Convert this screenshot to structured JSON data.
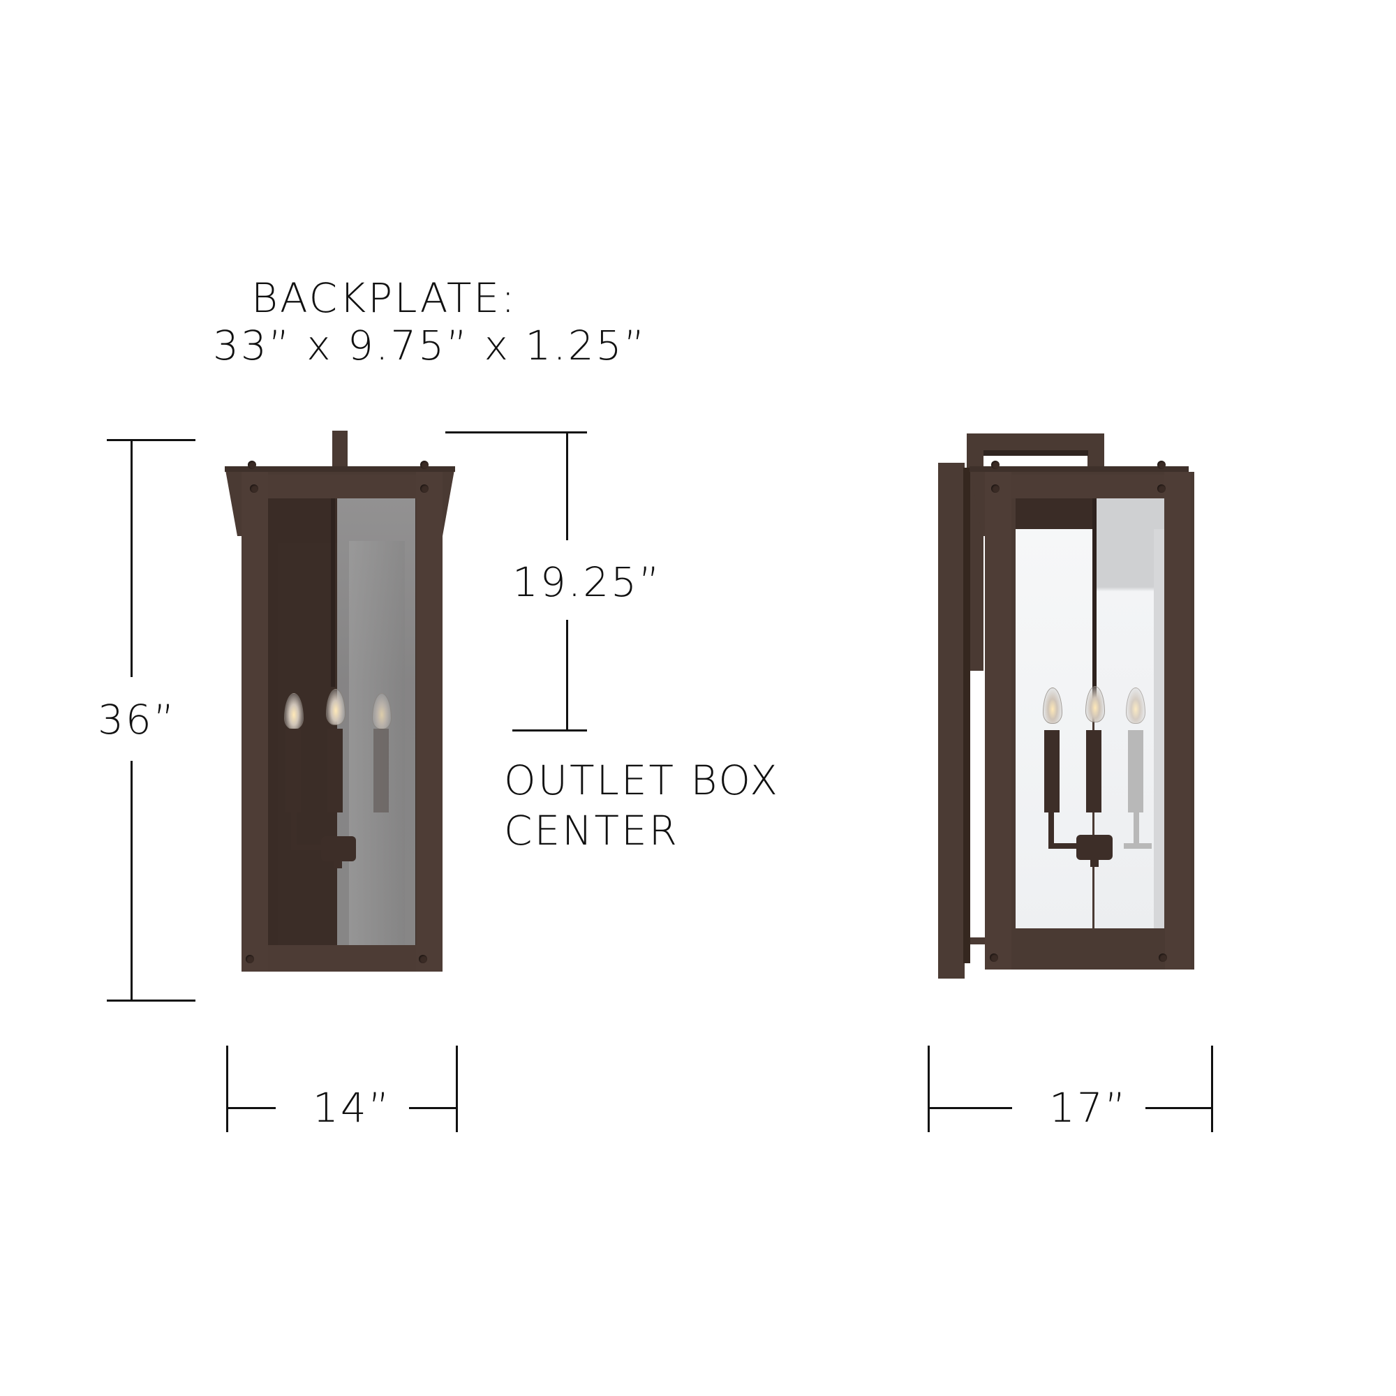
{
  "diagram": {
    "title": "Outdoor wall lantern dimension diagram",
    "colors": {
      "frame": "#4a3a33",
      "frame_dark": "#2f2420",
      "glass_left": "#8f8f90",
      "glass_right": "#f2f3f5",
      "line": "#111111",
      "background": "#ffffff"
    },
    "labels": {
      "backplate_title": "BACKPLATE:",
      "backplate_dims": "33” x 9.75” x 1.25”",
      "height": "36”",
      "outlet_height": "19.25”",
      "outlet_line1": "OUTLET BOX",
      "outlet_line2": "CENTER",
      "width_front": "14”",
      "depth_side": "17”"
    },
    "views": [
      {
        "name": "front-view",
        "candles": 3
      },
      {
        "name": "side-view",
        "candles": 3
      }
    ]
  }
}
